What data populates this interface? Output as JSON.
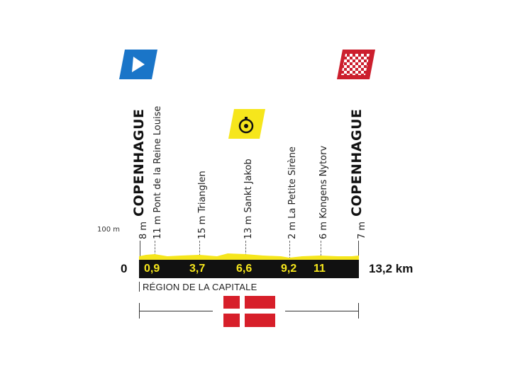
{
  "profile": {
    "altitude_label": "100 m",
    "distance_start": "0",
    "distance_end": "13,2 km",
    "region": "RÉGION DE LA CAPITALE",
    "colors": {
      "bar": "#111111",
      "profile_fill": "#f6e61c",
      "start_flag": "#1a75c8",
      "chrono_flag": "#f6e61c",
      "finish_flag": "#cc1f2d",
      "denmark_flag": "#d71f2a"
    }
  },
  "start": {
    "town": "COPENHAGUE",
    "altitude": "8 m",
    "icon": "start-flag-icon"
  },
  "finish": {
    "town": "COPENHAGUE",
    "altitude": "7 m",
    "icon": "finish-flag-icon"
  },
  "waypoints": [
    {
      "label": "11 m Pont de la Reine Louise",
      "km": "0,9"
    },
    {
      "label": "15 m Trianglen",
      "km": "3,7"
    },
    {
      "label": "13 m Sankt Jakob",
      "km": "6,6",
      "icon": "stopwatch-icon"
    },
    {
      "label": "2 m La Petite Sirène",
      "km": "9,2"
    },
    {
      "label": "6 m Kongens Nytorv",
      "km": "11"
    }
  ],
  "country_flag_icon": "denmark-flag-icon"
}
